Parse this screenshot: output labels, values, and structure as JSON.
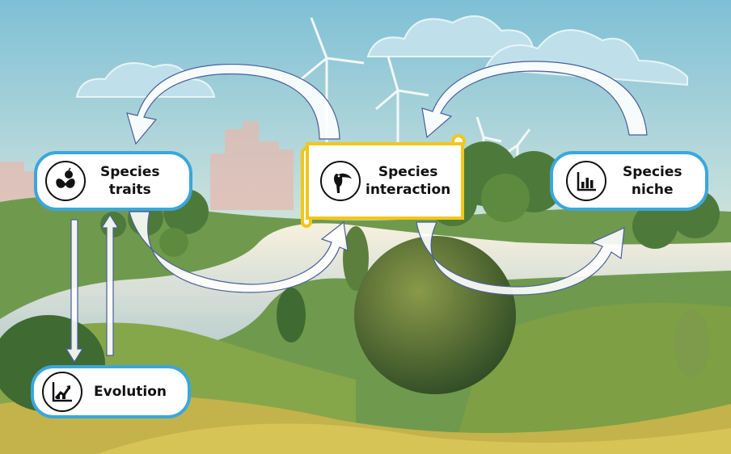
{
  "nodes": {
    "traits": {
      "line1": "Species",
      "line2": "traits",
      "icon": "butterfly-apple-icon"
    },
    "interaction": {
      "line1": "Species",
      "line2": "interaction",
      "icon": "toucan-icon"
    },
    "niche": {
      "line1": "Species",
      "line2": "niche",
      "icon": "bar-chart-icon"
    },
    "evolution": {
      "label": "Evolution",
      "icon": "growth-chart-icon"
    }
  },
  "colors": {
    "node_border": "#3aa7dc",
    "highlight_border": "#f2c719",
    "arrow_fill": "#ffffff",
    "arrow_stroke": "#4a5f9a"
  }
}
